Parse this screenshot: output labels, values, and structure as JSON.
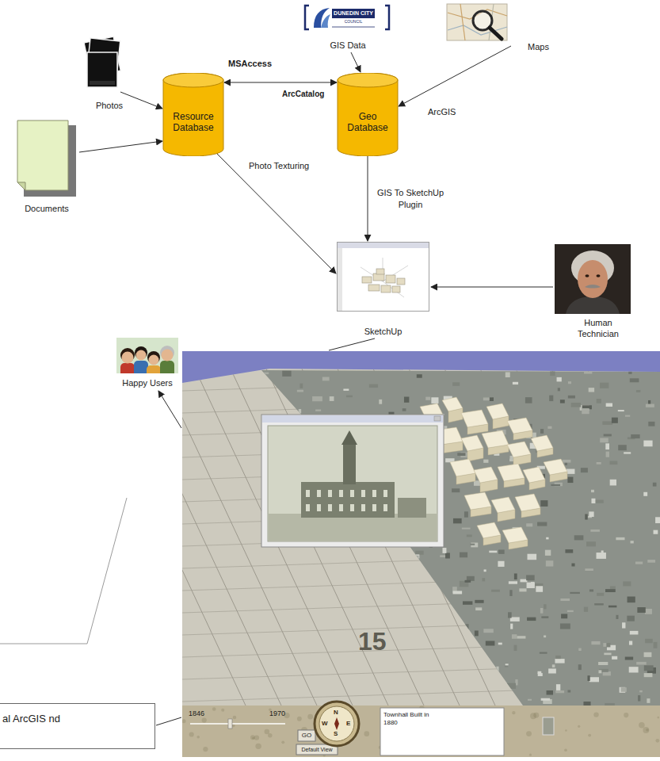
{
  "diagram": {
    "nodes": [
      {
        "text": [
          "GIS Data"
        ]
      },
      {
        "text": [
          "Maps"
        ]
      },
      {
        "text": [
          "Photos"
        ]
      },
      {
        "text": [
          "Resource Database"
        ]
      },
      {
        "text": [
          "Geo Database"
        ]
      },
      {
        "text": [
          "Documents"
        ]
      },
      {
        "text": [
          "SketchUp"
        ]
      },
      {
        "text": [
          "Human Technician"
        ]
      },
      {
        "text": [
          "Happy Users"
        ]
      },
      {
        "text": [
          "1846",
          "1970",
          "GO",
          "Default View",
          "Townhall Built in 1880"
        ]
      },
      {
        "text": [
          "al ArcGIS nd"
        ]
      }
    ],
    "edges": [
      {
        "from": 2,
        "to": 3,
        "arrow": "to"
      },
      {
        "from": 5,
        "to": 3,
        "arrow": "to"
      },
      {
        "from": 3,
        "to": 4,
        "arrow": "both"
      },
      {
        "from": 0,
        "to": 4,
        "arrow": "to"
      },
      {
        "from": 1,
        "to": 4,
        "arrow": "to"
      },
      {
        "from": 4,
        "to": 6,
        "label": "GIS To SketchUp Plugin",
        "arrow": "to"
      },
      {
        "from": 3,
        "to": 6,
        "label": "Photo Texturing",
        "arrow": "to"
      },
      {
        "from": 7,
        "to": 6,
        "arrow": "to"
      },
      {
        "from": 6,
        "to": 9,
        "arrow": "none"
      },
      {
        "from": 9,
        "to": 8,
        "arrow": "to"
      },
      {
        "from": 10,
        "to": 9,
        "arrow": "none"
      }
    ],
    "labels": [
      "MSAccess",
      "ArcCatalog",
      "ArcGIS",
      "DUNEDIN CITY",
      "COUNCIL",
      "15",
      "N",
      "E",
      "S",
      "W"
    ]
  }
}
